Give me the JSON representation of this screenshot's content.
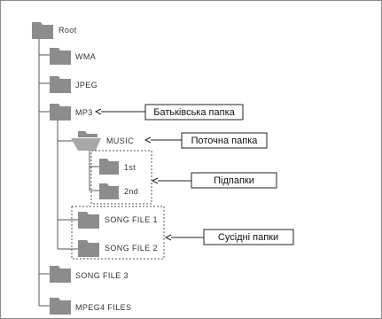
{
  "tree": {
    "root": "Root",
    "wma": "WMA",
    "jpeg": "JPEG",
    "mp3": "MP3",
    "music": "MUSIC",
    "sub1": "1st",
    "sub2": "2nd",
    "song1": "SONG FILE 1",
    "song2": "SONG FILE 2",
    "song3": "SONG FILE 3",
    "mpeg4": "MPEG4 FILES"
  },
  "callouts": {
    "parent": "Батьківська папка",
    "current": "Поточна папка",
    "subfolders": "Підпапки",
    "siblings": "Сусідні папки"
  },
  "colors": {
    "folder": "#8c8c8c",
    "line": "#555555"
  }
}
